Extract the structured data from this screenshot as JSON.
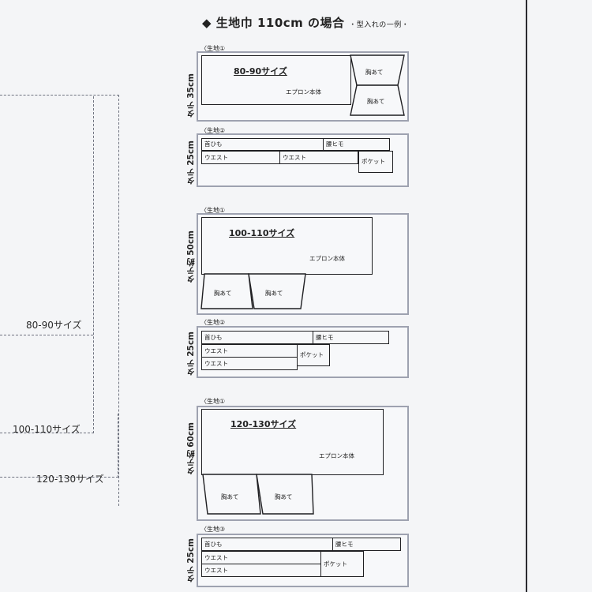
{
  "header": {
    "title": "◆ 生地巾 110cm の場合",
    "note": "・型入れの一例・"
  },
  "left_labels": [
    "80-90サイズ",
    "100-110サイズ",
    "120-130サイズ"
  ],
  "sections": [
    {
      "fabric1": {
        "sheet_label": "〈生地①",
        "height_label": "タテ 35cm",
        "size_title": "80-90サイズ",
        "body_label": "エプロン本体",
        "bib_labels": [
          "胸あて",
          "胸あて"
        ]
      },
      "fabric2": {
        "sheet_label": "〈生地②",
        "height_label": "タテ 25cm",
        "neck_strap": "首ひも",
        "waist_tie": "腰ヒモ",
        "waist_a": "ウエスト",
        "waist_b": "ウエスト",
        "pocket": "ポケット"
      }
    },
    {
      "fabric1": {
        "sheet_label": "〈生地①",
        "height_label": "タテ約 50cm",
        "size_title": "100-110サイズ",
        "body_label": "エプロン本体",
        "bib_labels": [
          "胸あて",
          "胸あて"
        ]
      },
      "fabric2": {
        "sheet_label": "〈生地②",
        "height_label": "タテ 25cm",
        "neck_strap": "首ひも",
        "waist_tie": "腰ヒモ",
        "waist_a": "ウエスト",
        "waist_b": "ウエスト",
        "pocket": "ポケット"
      }
    },
    {
      "fabric1": {
        "sheet_label": "〈生地①",
        "height_label": "タテ約 60cm",
        "size_title": "120-130サイズ",
        "body_label": "エプロン本体",
        "bib_labels": [
          "胸あて",
          "胸あて"
        ]
      },
      "fabric2": {
        "sheet_label": "〈生地③",
        "height_label": "タテ 25cm",
        "neck_strap": "首ひも",
        "waist_tie": "腰ヒモ",
        "waist_a": "ウエスト",
        "waist_b": "ウエスト",
        "pocket": "ポケット"
      }
    }
  ]
}
